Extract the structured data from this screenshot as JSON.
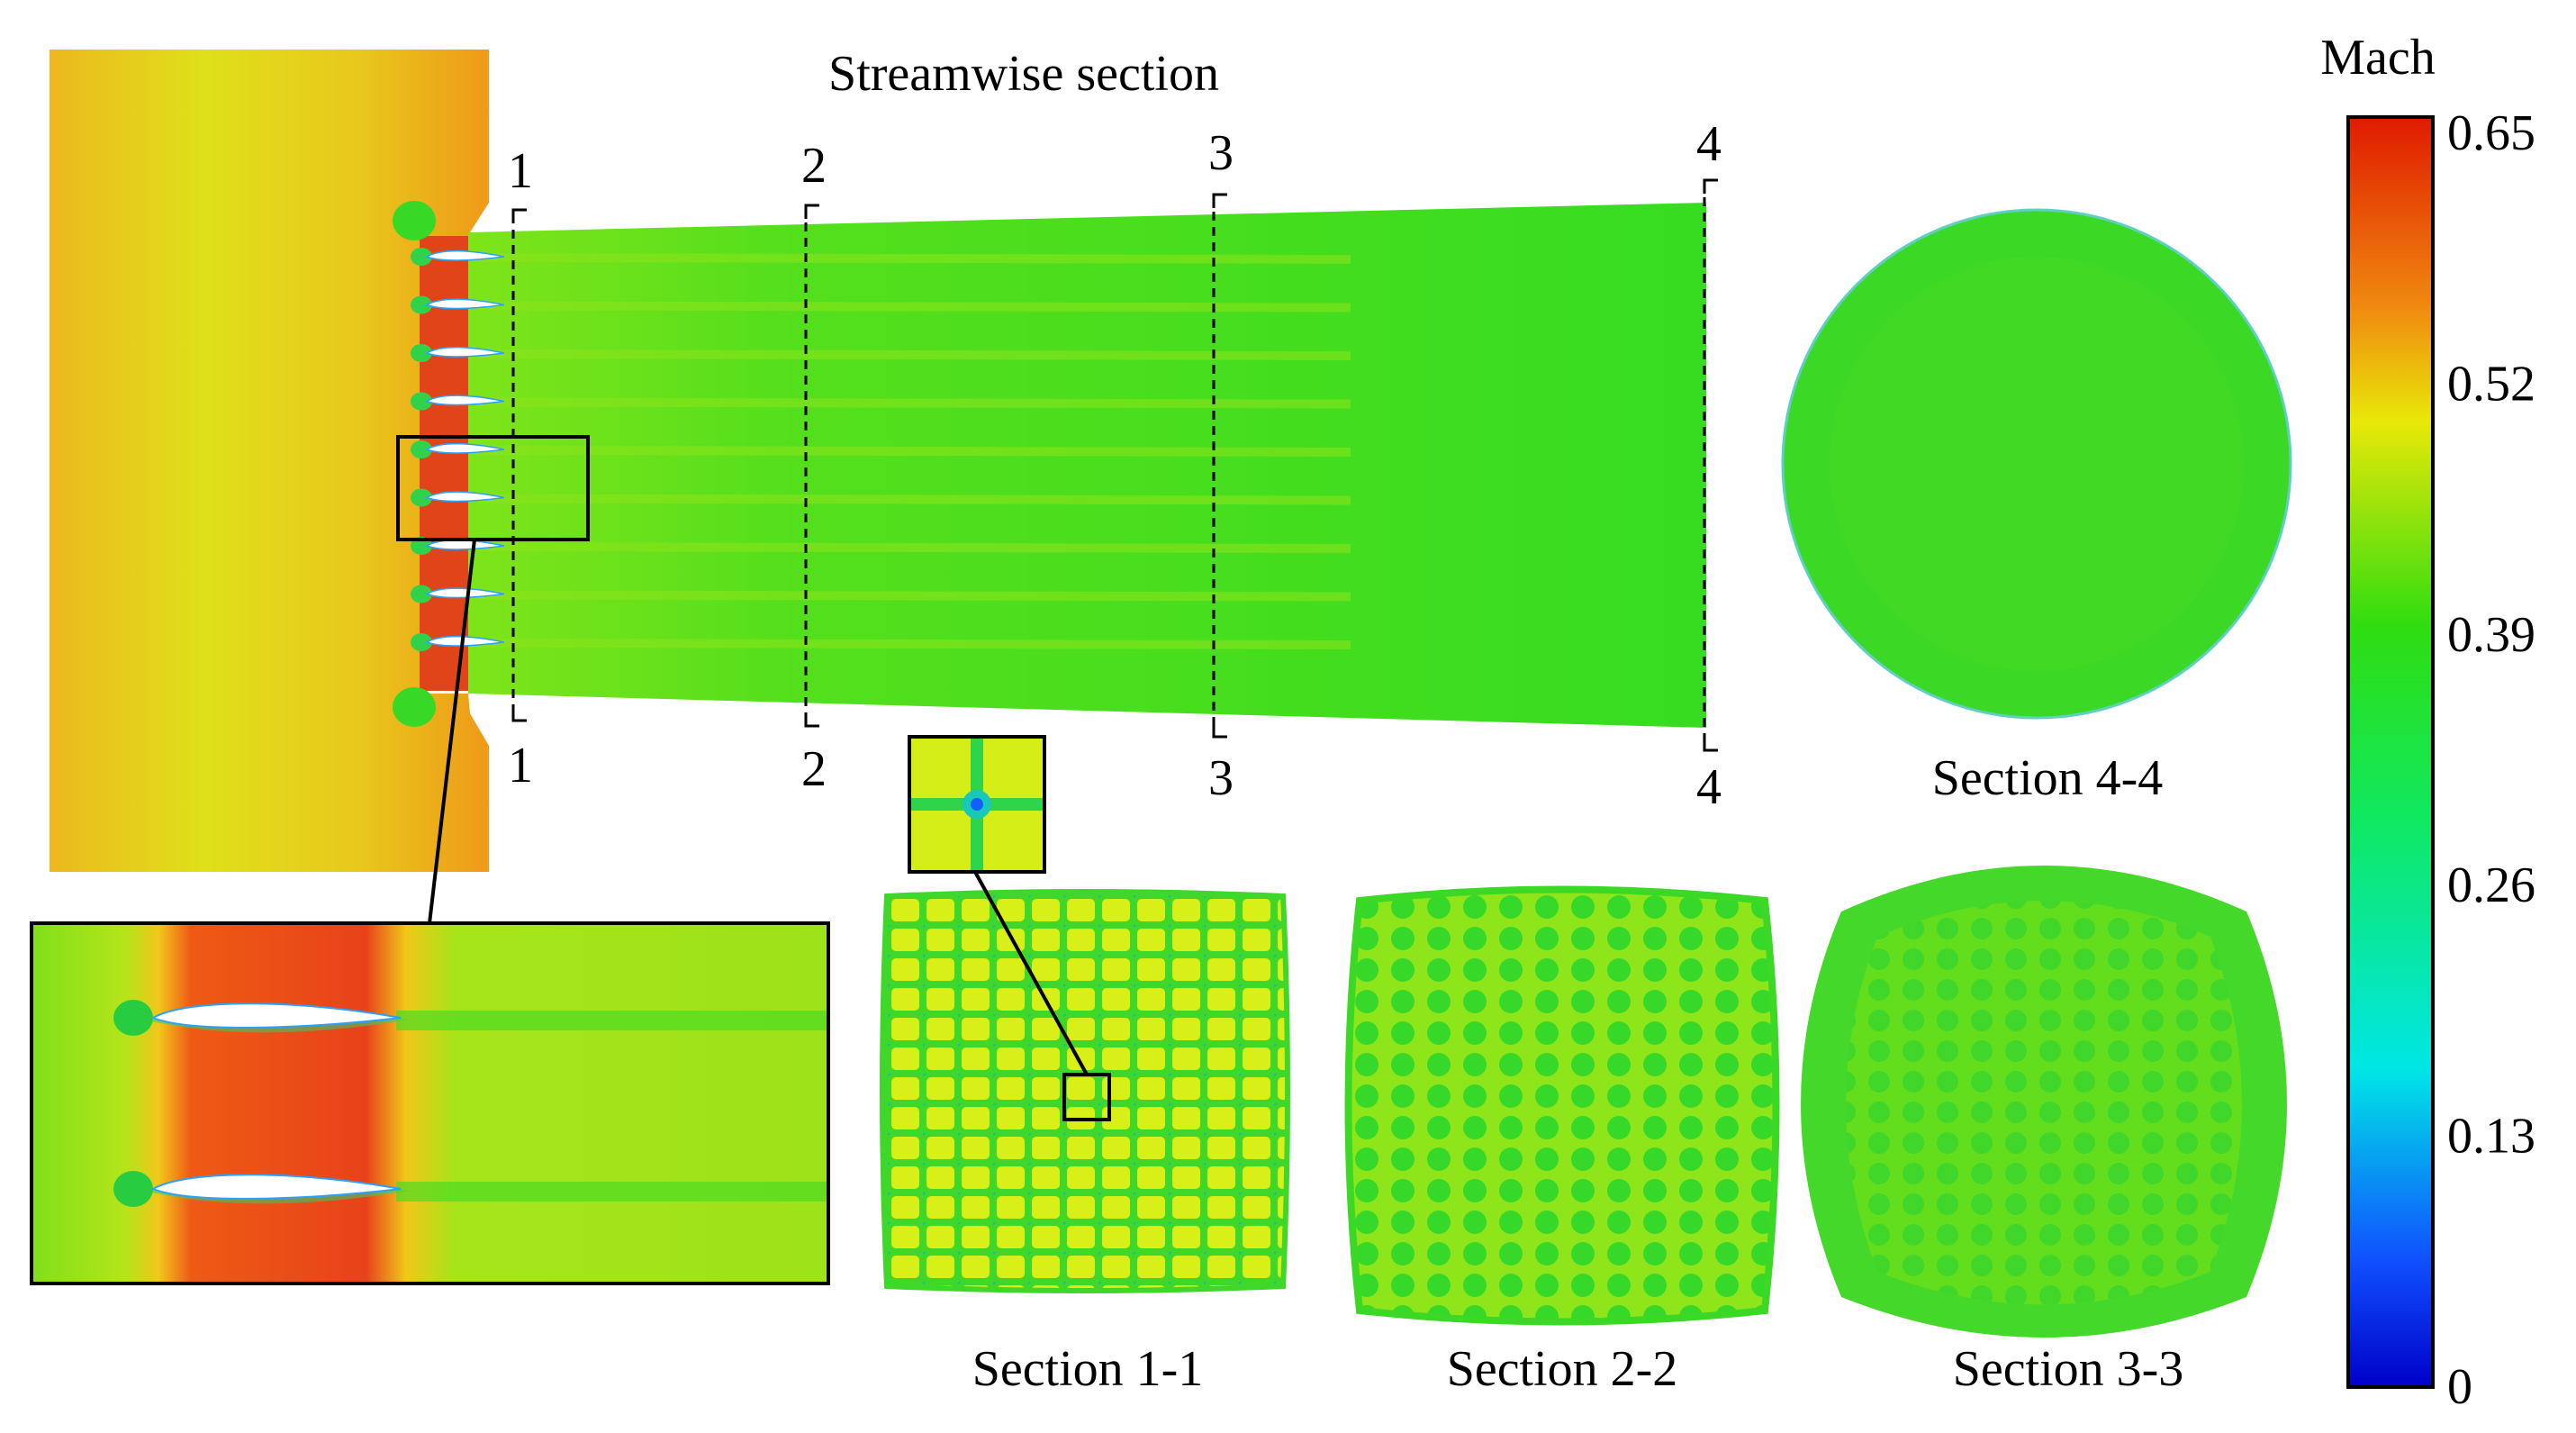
{
  "title": "Streamwise section",
  "section_marks": [
    "1",
    "2",
    "3",
    "4"
  ],
  "section_labels": {
    "s11": "Section 1-1",
    "s22": "Section 2-2",
    "s33": "Section 3-3",
    "s44": "Section 4-4"
  },
  "colorbar": {
    "title": "Mach",
    "ticks": [
      "0.65",
      "0.52",
      "0.39",
      "0.26",
      "0.13",
      "0"
    ],
    "colors": [
      "#e01a00",
      "#f08a10",
      "#e8e808",
      "#30dd10",
      "#10e860",
      "#00e6e6",
      "#1050ff",
      "#0000c8"
    ]
  },
  "field_colors": {
    "far_field": "#e9c71c",
    "throat": "#e0401a",
    "channel": "#39dd1c",
    "grid_light": "#d8ef18",
    "border": "#000000"
  }
}
